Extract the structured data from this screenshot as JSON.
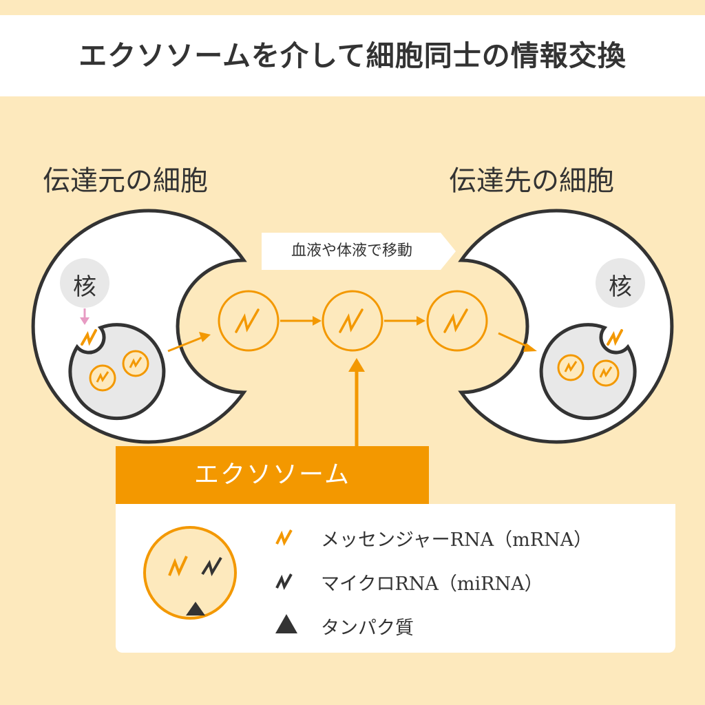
{
  "title": "エクソソームを介して細胞同士の情報交換",
  "source_cell": {
    "label": "伝達元の細胞",
    "nucleus_label": "核"
  },
  "target_cell": {
    "label": "伝達先の細胞",
    "nucleus_label": "核"
  },
  "transport_label": "血液や体液で移動",
  "exosome_banner": "エクソソーム",
  "legend": {
    "items": [
      {
        "label": "メッセンジャーRNA（mRNA）",
        "icon": "mrna-squiggle-icon",
        "color": "#f39800"
      },
      {
        "label": "マイクロRNA（miRNA）",
        "icon": "mirna-squiggle-icon",
        "color": "#333333"
      },
      {
        "label": "タンパク質",
        "icon": "protein-triangle-icon",
        "color": "#333333"
      }
    ]
  },
  "colors": {
    "background": "#fde9bd",
    "accent": "#f39800",
    "pink_arrow": "#e79bc3",
    "nucleus": "#e8e8e8",
    "exosome_fill": "#fde9bd",
    "outline": "#333333"
  }
}
